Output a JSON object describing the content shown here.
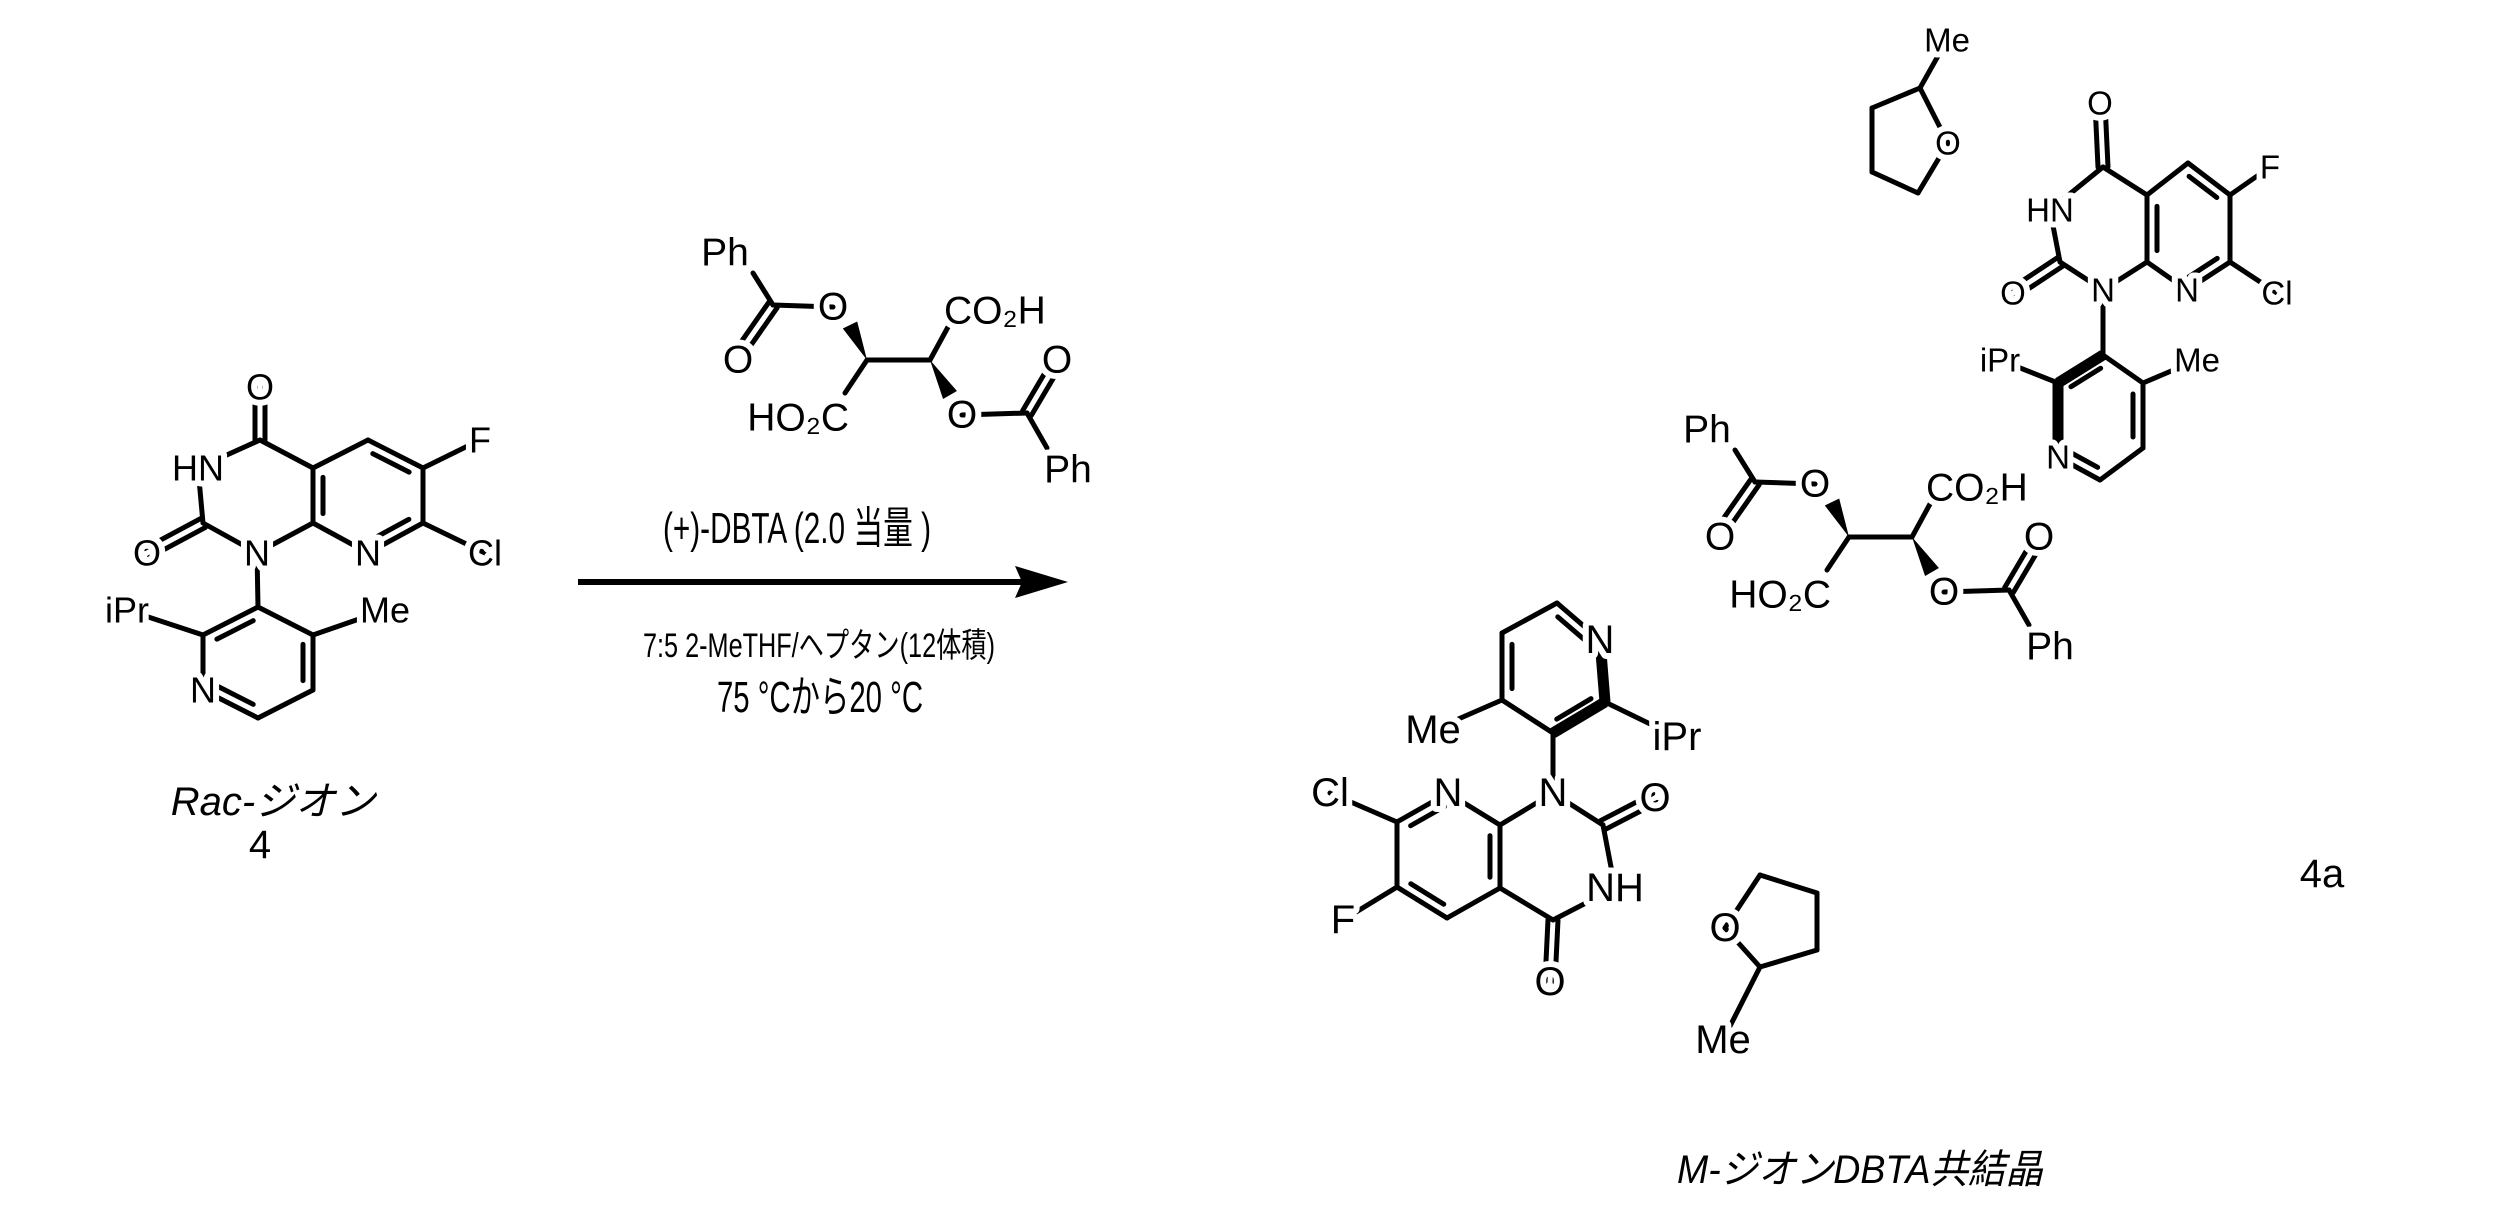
{
  "reaction": {
    "reagent_label": "(+)-DBTA (2.0 当量 )",
    "conditions_solvent": "7:5 2-MeTHF/ヘプタン(12体積)",
    "conditions_temperature": "75 °Cから20 °C",
    "arrow_color": "#000000"
  },
  "reactant": {
    "name": "Rac-ジオン",
    "number": "4"
  },
  "product": {
    "name": "M-ジオンDBTA共結晶",
    "number": "4a"
  },
  "atom_labels": {
    "O": "O",
    "HN": "HN",
    "NH": "NH",
    "N": "N",
    "F": "F",
    "Cl": "Cl",
    "iPr": "iPr",
    "Me": "Me",
    "Ph": "Ph",
    "CO2H": "CO₂H",
    "HO2C": "HO₂C"
  }
}
